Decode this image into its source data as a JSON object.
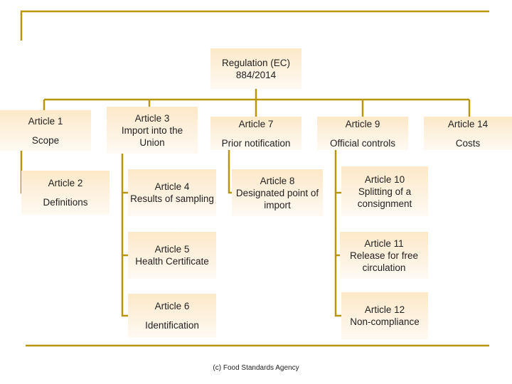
{
  "diagram": {
    "title_node": {
      "line1": "Regulation (EC)",
      "line2": "884/2014"
    },
    "nodes": [
      {
        "id": "article-1",
        "title": "Article 1",
        "subtitle": "Scope"
      },
      {
        "id": "article-3",
        "title": "Article 3",
        "subtitle": "Import into the Union"
      },
      {
        "id": "article-7",
        "title": "Article 7",
        "subtitle": "Prior notification"
      },
      {
        "id": "article-9",
        "title": "Article 9",
        "subtitle": "Official controls"
      },
      {
        "id": "article-14",
        "title": "Article 14",
        "subtitle": "Costs"
      },
      {
        "id": "article-2",
        "title": "Article 2",
        "subtitle": "Definitions"
      },
      {
        "id": "article-4",
        "title": "Article 4",
        "subtitle": "Results of sampling"
      },
      {
        "id": "article-8",
        "title": "Article 8",
        "subtitle": "Designated point of import"
      },
      {
        "id": "article-10",
        "title": "Article 10",
        "subtitle": "Splitting of a consignment"
      },
      {
        "id": "article-5",
        "title": "Article 5",
        "subtitle": "Health Certificate"
      },
      {
        "id": "article-11",
        "title": "Article 11",
        "subtitle": "Release for free circulation"
      },
      {
        "id": "article-6",
        "title": "Article 6",
        "subtitle": "Identification"
      },
      {
        "id": "article-12",
        "title": "Article 12",
        "subtitle": "Non-compliance"
      }
    ],
    "credit": "(c) Food Standards Agency",
    "colors": {
      "connector": "#b8960c",
      "node_fill": "#fde9c8",
      "text": "#222222"
    }
  }
}
